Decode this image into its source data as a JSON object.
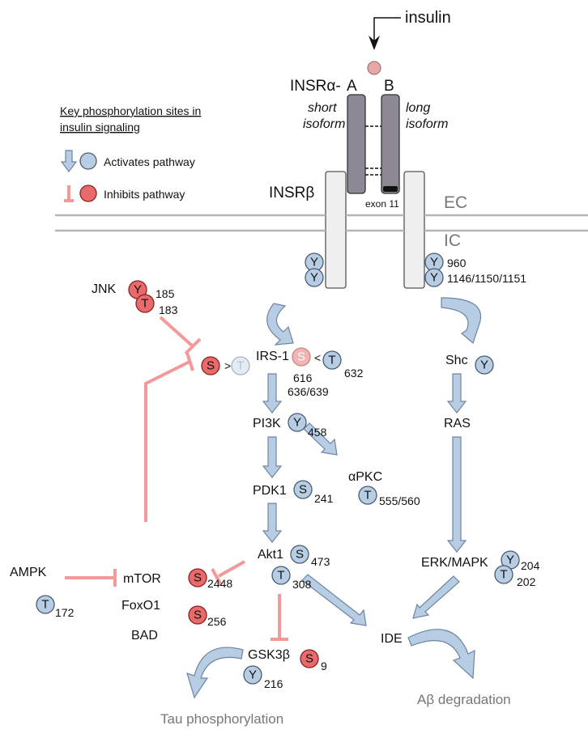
{
  "diagram": {
    "insulin": "insulin",
    "insr_alpha": "INSRα-",
    "chain_a": "A",
    "chain_b": "B",
    "short_isoform": [
      "short",
      "isoform"
    ],
    "long_isoform": [
      "long",
      "isoform"
    ],
    "insr_beta": "INSRβ",
    "exon": "exon 11",
    "ec": "EC",
    "ic": "IC",
    "receptor_sites": {
      "y960": "960",
      "y1146": "1146/1150/1151"
    },
    "legend": {
      "title_line1": "Key phosphorylation sites in",
      "title_line2": "insulin signaling",
      "activates": "Activates pathway",
      "inhibits": "Inhibits pathway"
    },
    "nodes": {
      "jnk": "JNK",
      "irs1": "IRS-1",
      "shc": "Shc",
      "pi3k": "PI3K",
      "ras": "RAS",
      "apkc": "αPKC",
      "pdk1": "PDK1",
      "akt1": "Akt1",
      "erk": "ERK/MAPK",
      "ampk": "AMPK",
      "mtor": "mTOR",
      "foxo1": "FoxO1",
      "bad": "BAD",
      "ide": "IDE",
      "gsk3b": "GSK3β",
      "tau": "Tau phosphorylation",
      "abeta": "Aβ degradation"
    },
    "residues": {
      "Y": "Y",
      "T": "T",
      "S": "S",
      "gt": ">",
      "lt": "<"
    },
    "site_numbers": {
      "jnk_y": "185",
      "jnk_t": "183",
      "irs_s": "616",
      "irs_t": "632",
      "irs_s2": "636/639",
      "pi3k_y": "458",
      "pdk1_s": "241",
      "apkc_t": "555/560",
      "akt1_s": "473",
      "akt1_t": "308",
      "erk_y": "204",
      "erk_t": "202",
      "ampk_t": "172",
      "mtor_s": "2448",
      "foxo1_s": "256",
      "gsk_s": "9",
      "gsk_y": "216"
    },
    "colors": {
      "activate": "#b7cde4",
      "inhibit": "#e86a6a",
      "inhibit_line": "#f29a9a",
      "receptor_alpha": "#8e8794",
      "membrane": "#b8b4b4"
    }
  }
}
